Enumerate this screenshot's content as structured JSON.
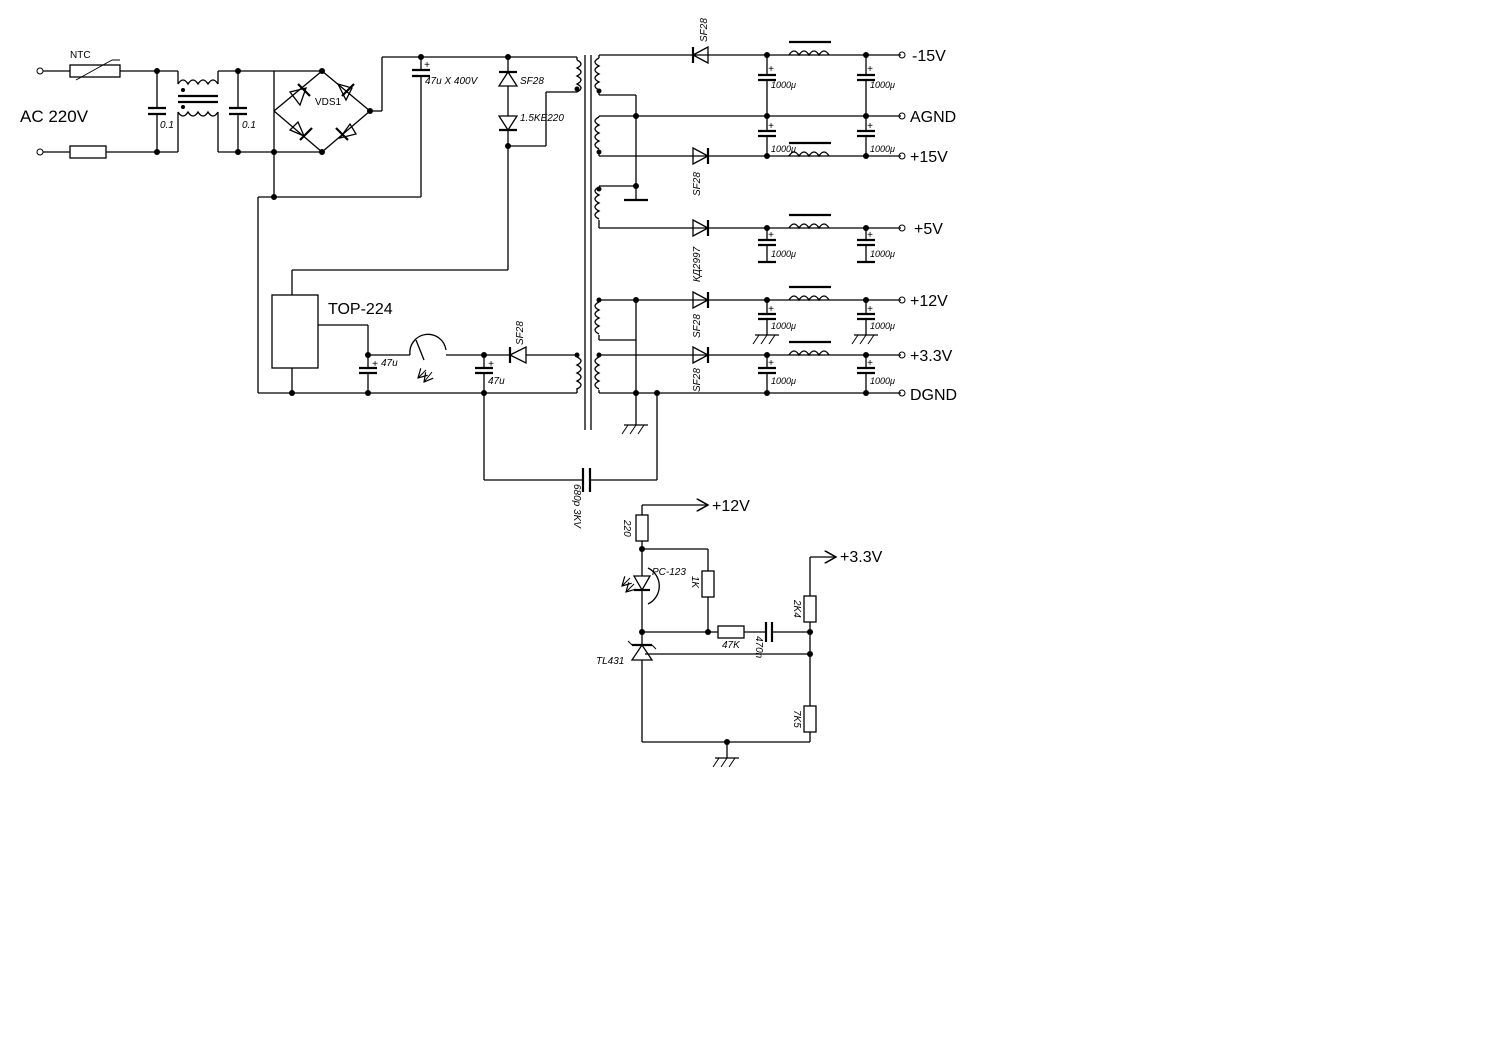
{
  "schematic": {
    "input": {
      "label": "AC 220V",
      "ntc": "NTC",
      "cap1": "0.1",
      "cap2": "0.1",
      "bridge": "VDS1"
    },
    "primary": {
      "bulk_cap": "47u X 400V",
      "clamp_diode": "SF28",
      "tvs": "1.5KE220",
      "controller": "TOP-224"
    },
    "bias": {
      "cap_a": "47u",
      "cap_b": "47u",
      "diode": "SF28",
      "y_cap": "680p 3KV"
    },
    "outputs": [
      {
        "rail": "-15V",
        "diode": "SF28",
        "cap_in": "1000μ",
        "cap_out": "1000μ"
      },
      {
        "rail": "AGND"
      },
      {
        "rail": "+15V",
        "diode": "SF28",
        "cap_in": "1000μ",
        "cap_out": "1000μ"
      },
      {
        "rail": "+5V",
        "diode": "КД2997",
        "cap_in": "1000μ",
        "cap_out": "1000μ"
      },
      {
        "rail": "+12V",
        "diode": "SF28",
        "cap_in": "1000μ",
        "cap_out": "1000μ"
      },
      {
        "rail": "+3.3V",
        "diode": "SF28",
        "cap_in": "1000μ",
        "cap_out": "1000μ"
      },
      {
        "rail": "DGND"
      }
    ],
    "feedback": {
      "supply": "+12V",
      "sense": "+3.3V",
      "r_top": "220",
      "opto": "PC-123",
      "r_1k": "1K",
      "r_47k": "47K",
      "cap": "470n",
      "ref": "TL431",
      "r_upper": "2K4",
      "r_lower": "7K5"
    }
  }
}
